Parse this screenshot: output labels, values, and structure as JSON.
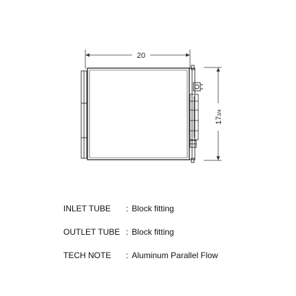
{
  "diagram": {
    "width_label": "20",
    "height_label": "17",
    "height_fraction": "3/4"
  },
  "specs": [
    {
      "label": "INLET TUBE",
      "value": "Block fitting"
    },
    {
      "label": "OUTLET TUBE",
      "value": "Block fitting"
    },
    {
      "label": "TECH NOTE",
      "value": "Aluminum Parallel Flow"
    }
  ]
}
